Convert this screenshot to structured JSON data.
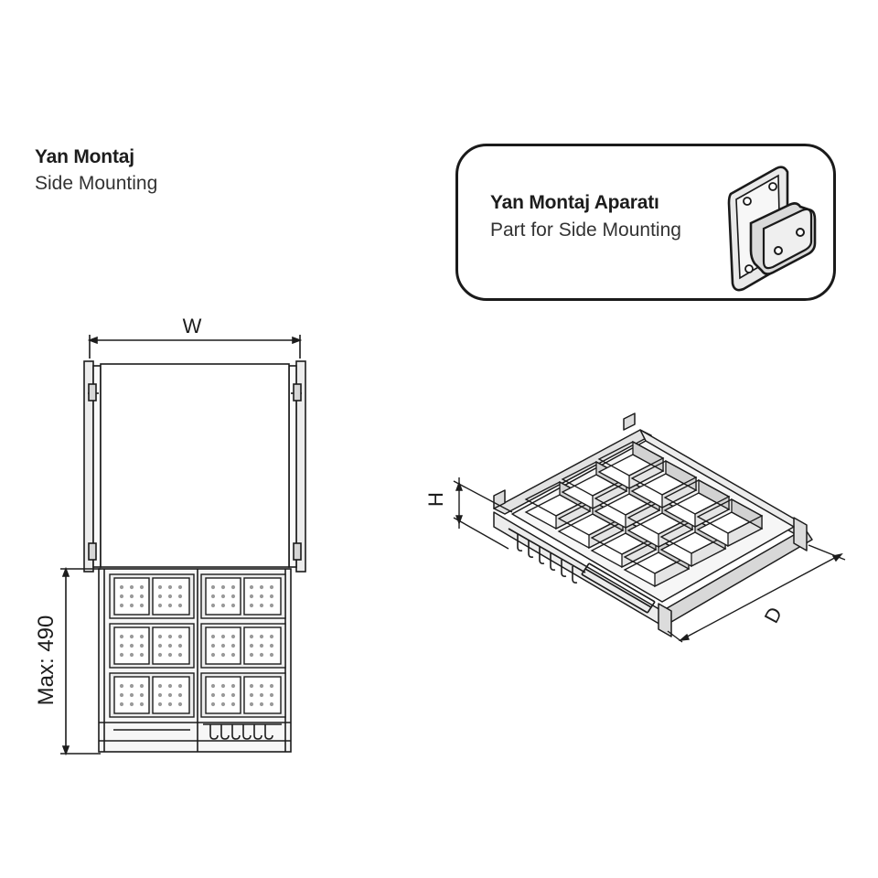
{
  "side_mounting": {
    "title_tr": "Yan Montaj",
    "title_en": "Side Mounting"
  },
  "part_box": {
    "title_tr": "Yan Montaj Aparatı",
    "title_en": "Part for Side Mounting",
    "icon": "side-mount-bracket-icon"
  },
  "front_view": {
    "width_label": "W",
    "height_label": "Max: 490"
  },
  "iso_view": {
    "height_label": "H",
    "depth_label": "D"
  },
  "colors": {
    "line": "#1c1c1c",
    "fill_light": "#f4f4f4",
    "fill_mid": "#d9d9d9"
  }
}
